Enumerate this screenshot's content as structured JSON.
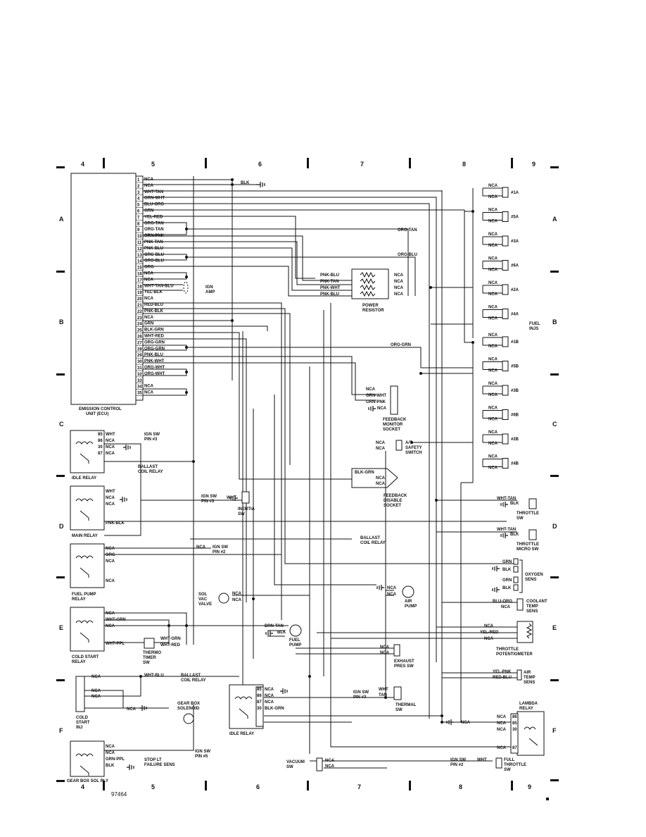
{
  "grid": {
    "columns": [
      "4",
      "5",
      "6",
      "7",
      "8",
      "9"
    ],
    "rows_right": [
      "A",
      "B",
      "C",
      "D",
      "E",
      "F"
    ],
    "rows_left": [
      "A",
      "B",
      "C",
      "D",
      "E",
      "F"
    ]
  },
  "figure_number": "97464",
  "ecu": {
    "title_line1": "EMISSION CONTROL",
    "title_line2": "UNIT (ECU)",
    "pins": [
      {
        "n": "1",
        "wire": "NCA"
      },
      {
        "n": "2",
        "wire": "NCA"
      },
      {
        "n": "3",
        "wire": "WHT-TAN"
      },
      {
        "n": "4",
        "wire": "GRN-WHT"
      },
      {
        "n": "5",
        "wire": "BLU-ORG"
      },
      {
        "n": "6",
        "wire": "GRN"
      },
      {
        "n": "7",
        "wire": "YEL-RED"
      },
      {
        "n": "8",
        "wire": "ORG-TAN"
      },
      {
        "n": "9",
        "wire": "ORG-TAN"
      },
      {
        "n": "10",
        "wire": "GRN-PNK"
      },
      {
        "n": "11",
        "wire": "PNK-TAN"
      },
      {
        "n": "12",
        "wire": "PNK-BLU"
      },
      {
        "n": "13",
        "wire": "ORG-BLU"
      },
      {
        "n": "14",
        "wire": "ORG-BLU"
      },
      {
        "n": "15",
        "wire": "ORG"
      },
      {
        "n": "16",
        "wire": "NCA"
      },
      {
        "n": "17",
        "wire": "NCA"
      },
      {
        "n": "18",
        "wire": "WHT-TAN-BLU"
      },
      {
        "n": "19",
        "wire": "YEL-BLK"
      },
      {
        "n": "20",
        "wire": "NCA"
      },
      {
        "n": "21",
        "wire": "RED-BLU"
      },
      {
        "n": "22",
        "wire": "PNK-BLK"
      },
      {
        "n": "23",
        "wire": "NCA"
      },
      {
        "n": "24",
        "wire": "GRN"
      },
      {
        "n": "25",
        "wire": "BLK-GRN"
      },
      {
        "n": "26",
        "wire": "WHT-RED"
      },
      {
        "n": "27",
        "wire": "ORG-GRN"
      },
      {
        "n": "28",
        "wire": "ORG-GRN"
      },
      {
        "n": "29",
        "wire": "PNK-BLU"
      },
      {
        "n": "30",
        "wire": "PNK-WHT"
      },
      {
        "n": "31",
        "wire": "ORG-WHT"
      },
      {
        "n": "32",
        "wire": "ORG-WHT"
      },
      {
        "n": "33",
        "wire": ""
      },
      {
        "n": "34",
        "wire": "NCA"
      },
      {
        "n": "35",
        "wire": "NCA"
      }
    ]
  },
  "labels": {
    "blk_ground_top": "BLK",
    "ign_amp": "IGN\nAMP",
    "power_resistor": "POWER\nRESISTOR",
    "power_resistor_wires": [
      "PNK-BLU",
      "PNK-TAN",
      "PNK-WHT",
      "PNK-BLU"
    ],
    "power_resistor_out": [
      "NCA",
      "NCA",
      "NCA",
      "NCA"
    ],
    "org_tan": "ORG-TAN",
    "org_blu": "ORG-BLU",
    "org_grn": "ORG-GRN",
    "feedback_monitor": "FEEDBACK\nMONITOR\nSOCKET",
    "feedback_monitor_wires": [
      "NCA",
      "GRN-WHT",
      "GRN-PNK",
      "NCA"
    ],
    "at_safety": "A/T\nSAFETY\nSWITCH",
    "at_safety_wires": [
      "NCA",
      "NCA"
    ],
    "feedback_disable": "FEEDBACK\nDISABLE\nSOCKET",
    "feedback_disable_wires": [
      "BLK-GRN",
      "NCA",
      "NCA"
    ],
    "fuel_injectors": [
      "#1A",
      "#5A",
      "#3A",
      "#6A",
      "#2A",
      "#4A",
      "#1B",
      "#5B",
      "#3B",
      "#6B",
      "#2B",
      "#4B"
    ],
    "fuel_inj": "FUEL\nINJS",
    "idle_relay": "IDLE RELAY",
    "idle_relay_wires": [
      "WHT",
      "NCA",
      "NCA",
      "NCA"
    ],
    "idle_relay_pins": [
      "85",
      "86",
      "30",
      "87"
    ],
    "ign_sw_pin3": "IGN SW\nPIN #3",
    "ballast_coil_relay": "BALLAST\nCOIL RELAY",
    "main_relay": "MAIN RELAY",
    "main_relay_wires": [
      "WHT",
      "NCA",
      "NCA",
      "PNK-BLK"
    ],
    "inertia_sw": "INERTIA\nSW",
    "ign_sw_pin3_b": "IGN SW\nPIN #3",
    "wht": "WHT",
    "throttle_sw": "THROTTLE\nSW",
    "throttle_sw_wires": [
      "WHT-TAN",
      "BLK"
    ],
    "throttle_micro_sw": "THROTTLE\nMICRO SW",
    "throttle_micro_wires": [
      "WHT-TAN",
      "BLK"
    ],
    "ballast_coil_relay_b": "BALLAST\nCOIL RELAY",
    "fuel_pump_relay": "FUEL PUMP\nRELAY",
    "fuel_pump_relay_wires": [
      "NCA",
      "ORG",
      "NCA",
      "NCA"
    ],
    "ign_sw_pin2": "IGN SW\nPIN #2",
    "oxygen_sens": "OXYGEN\nSENS",
    "oxygen_wires": [
      "GRN",
      "BLK",
      "GRN",
      "BLK"
    ],
    "air_pump": "AIR\nPUMP",
    "air_pump_wires": [
      "NCA",
      "NCA"
    ],
    "sol_vac_valve": "SOL\nVAC\nVALVE",
    "coolant_temp": "COOLANT\nTEMP\nSENS",
    "coolant_wires": [
      "BLU-ORG",
      "NCA"
    ],
    "cold_start_relay": "COLD START\nRELAY",
    "cold_start_relay_wires": [
      "NCA",
      "WHT-GRN",
      "NCA",
      "WHT-PPL"
    ],
    "thermo_timer": "THERMO\nTIMER\nSW",
    "thermo_timer_wires": [
      "WHT-GRN",
      "WHT-RED"
    ],
    "fuel_pump": "FUEL\nPUMP",
    "fuel_pump_wires": [
      "BRN-TAN",
      "BLK"
    ],
    "throttle_pot": "THROTTLE\nPOTENTIOMETER",
    "throttle_pot_wires": [
      "NCA",
      "YEL-RED",
      "NCA"
    ],
    "exhaust_pres": "EXHAUST\nPRES SW",
    "exhaust_wires": [
      "NCA",
      "NCA"
    ],
    "air_temp": "AIR\nTEMP\nSENS",
    "air_temp_wires": [
      "YEL-PNK",
      "RED-BLU"
    ],
    "wht_blu": "WHT-BLU",
    "cold_start_inj": "COLD\nSTART\nINJ",
    "cold_start_inj_wires": [
      "NCA",
      "NCA",
      "NCA",
      "NCA"
    ],
    "gear_box_solenoid": "GEAR BOX\nSOLENOID",
    "idle_relay_b": "IDLE RELAY",
    "idle_relay_b_wires": [
      "NCA",
      "NCA",
      "NCA",
      "BLK-GRN"
    ],
    "idle_relay_b_pins": [
      "85",
      "86",
      "87",
      "30"
    ],
    "thermal_sw": "THERMAL\nSW",
    "thermal_wires": [
      "WHT",
      "TAN"
    ],
    "ign_sw_pin3_c": "IGN SW\nPIN #3",
    "lambda_relay": "LAMBDA\nRELAY",
    "lambda_wires": [
      "NCA",
      "NCA",
      "NCA",
      "NCA"
    ],
    "lambda_pins": [
      "86",
      "85",
      "30",
      "87"
    ],
    "gear_box_relay": "GEAR BOX SOL RLY",
    "gear_box_relay_wires": [
      "NCA",
      "NCA",
      "GRN-PPL",
      "BLK"
    ],
    "stop_lt": "STOP LT\nFAILURE SENS",
    "ign_sw_pin5": "IGN SW\nPIN #5",
    "vacuum_sw": "VACUUM\nSW",
    "vacuum_wires": [
      "NCA",
      "NCA"
    ],
    "ign_sw_pin2_b": "IGN SW\nPIN #2",
    "full_throttle": "FULL\nTHROTTLE\nSW",
    "full_throttle_wire": "WHT",
    "nca_ballast": "NCA",
    "ign_sw_pin2_short": "IGN SW\nPIN #2",
    "nca": "NCA"
  }
}
